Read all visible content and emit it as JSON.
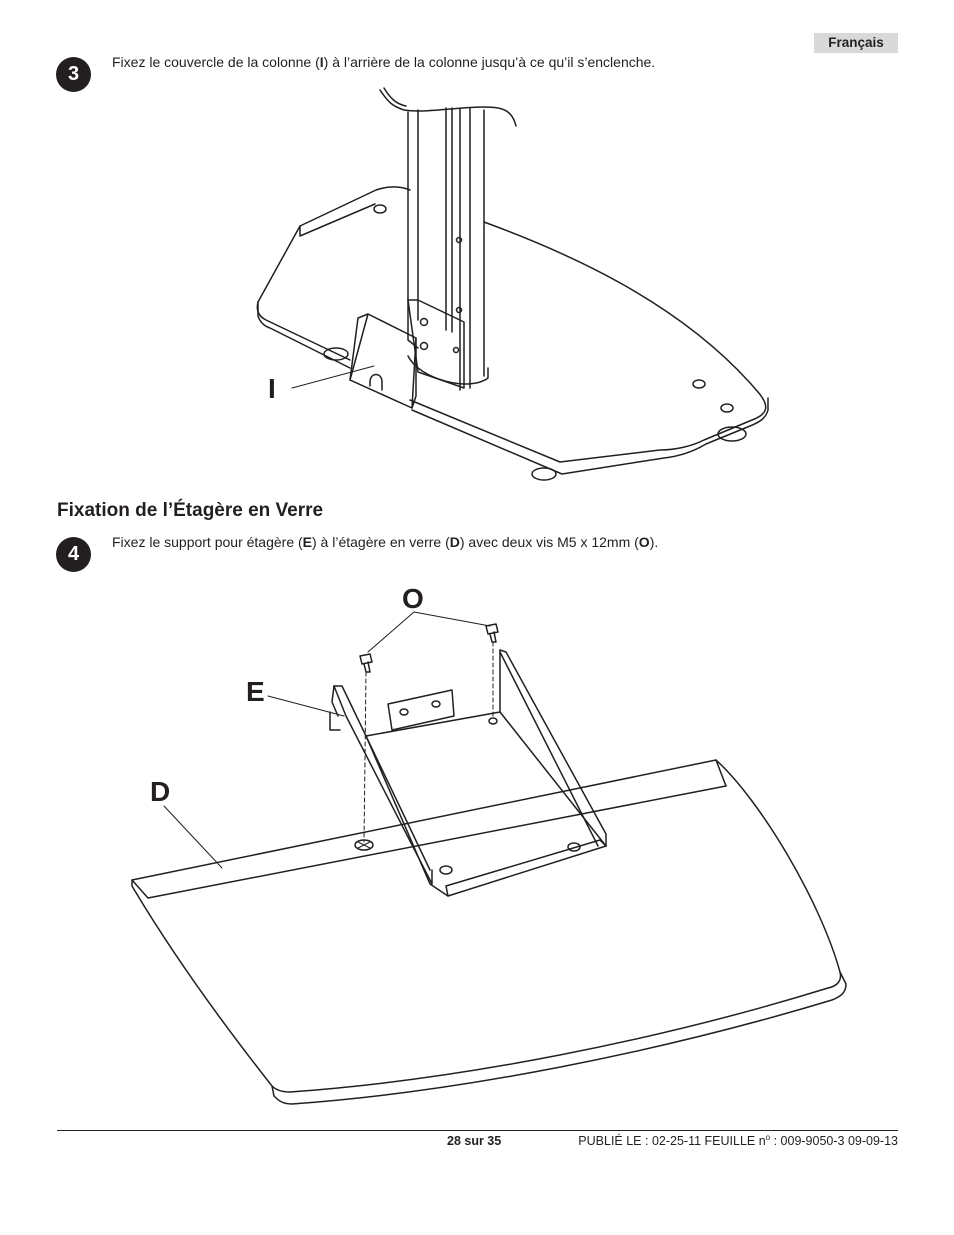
{
  "header": {
    "language": "Français"
  },
  "step3": {
    "number": "3",
    "text_1": "Fixez le couvercle de la colonne (",
    "part": "I",
    "text_2": ") à l’arrière de la colonne jusqu’à ce qu’il s’enclenche.",
    "callout": "I"
  },
  "section": {
    "title": "Fixation de l’Étagère en Verre"
  },
  "step4": {
    "number": "4",
    "text_1": "Fixez le support pour étagère (",
    "part_e": "E",
    "text_2": ") à l’étagère en verre (",
    "part_d": "D",
    "text_3": ") avec deux vis M5 x 12mm (",
    "part_o": "O",
    "text_4": ").",
    "callout_o": "O",
    "callout_e": "E",
    "callout_d": "D"
  },
  "footer": {
    "page": "28 sur 35",
    "published_prefix": "PUBLIÉ LE : 02-25-11  FEUILLE n",
    "degree": "o",
    "published_suffix": " : 009-9050-3  09-09-13"
  }
}
